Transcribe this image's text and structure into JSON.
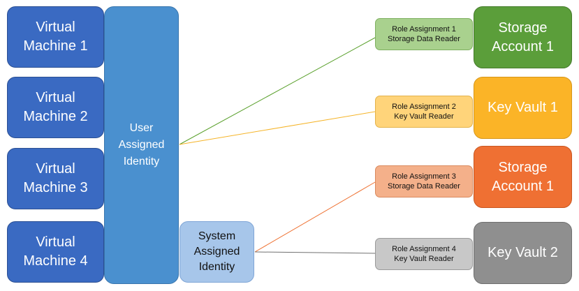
{
  "virtual_machines": [
    {
      "label": "Virtual\nMachine  1"
    },
    {
      "label": "Virtual\nMachine  2"
    },
    {
      "label": "Virtual\nMachine  3"
    },
    {
      "label": "Virtual\nMachine  4"
    }
  ],
  "user_assigned_identity": {
    "label": "User\nAssigned\nIdentity"
  },
  "system_assigned_identity": {
    "label": "System\nAssigned\nIdentity"
  },
  "role_assignments": [
    {
      "label": "Role Assignment 1\nStorage Data Reader",
      "color": "#a9d18e",
      "border_color": "#7fb060",
      "line_color": "#5aa02c"
    },
    {
      "label": "Role Assignment 2\nKey Vault Reader",
      "color": "#ffd47a",
      "border_color": "#e3b24a",
      "line_color": "#f5b428"
    },
    {
      "label": "Role Assignment 3\nStorage Data Reader",
      "color": "#f4b08a",
      "border_color": "#d98a5e",
      "line_color": "#ee7030"
    },
    {
      "label": "Role Assignment 4\nKey Vault Reader",
      "color": "#c8c8c8",
      "border_color": "#9a9a9a",
      "line_color": "#707070"
    }
  ],
  "resources": [
    {
      "label": "Storage\nAccount 1",
      "color": "#5b9e3a",
      "border_color": "#447a2a"
    },
    {
      "label": "Key Vault 1",
      "color": "#fbb427",
      "border_color": "#d6961a"
    },
    {
      "label": "Storage\nAccount 1",
      "color": "#ef7033",
      "border_color": "#c85620"
    },
    {
      "label": "Key Vault 2",
      "color": "#8f8f8f",
      "border_color": "#6f6f6f"
    }
  ]
}
